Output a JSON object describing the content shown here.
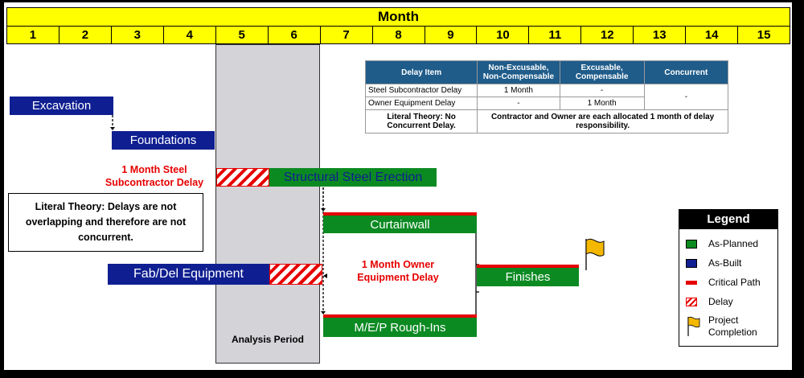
{
  "header": {
    "title": "Month",
    "months": [
      "1",
      "2",
      "3",
      "4",
      "5",
      "6",
      "7",
      "8",
      "9",
      "10",
      "11",
      "12",
      "13",
      "14",
      "15"
    ]
  },
  "analysis_period_label": "Analysis Period",
  "activities": {
    "excavation": "Excavation",
    "foundations": "Foundations",
    "structural_steel": "Structural Steel Erection",
    "curtainwall": "Curtainwall",
    "fab_del_equipment": "Fab/Del Equipment",
    "finishes": "Finishes",
    "mep": "M/E/P Rough-Ins"
  },
  "delay_labels": {
    "steel": "1 Month Steel Subcontractor Delay",
    "owner": "1 Month Owner Equipment Delay"
  },
  "note": "Literal Theory: Delays are not overlapping and therefore are not concurrent.",
  "delay_table": {
    "headers": [
      "Delay Item",
      "Non-Excusable, Non-Compensable",
      "Excusable, Compensable",
      "Concurrent"
    ],
    "rows": [
      [
        "Steel Subcontractor Delay",
        "1 Month",
        "-"
      ],
      [
        "Owner Equipment Delay",
        "-",
        "1 Month"
      ]
    ],
    "concurrent_value": "-",
    "footer_label": "Literal Theory: No Concurrent Delay.",
    "footer_text": "Contractor and Owner are each allocated 1 month of delay responsibility."
  },
  "legend": {
    "title": "Legend",
    "items": [
      "As-Planned",
      "As-Built",
      "Critical Path",
      "Delay",
      "Project Completion"
    ]
  },
  "colors": {
    "as_planned": "#0c8a22",
    "as_built": "#0f1f91",
    "critical_path": "#e60000",
    "header": "#ffff00",
    "flag": "#f5b800"
  }
}
